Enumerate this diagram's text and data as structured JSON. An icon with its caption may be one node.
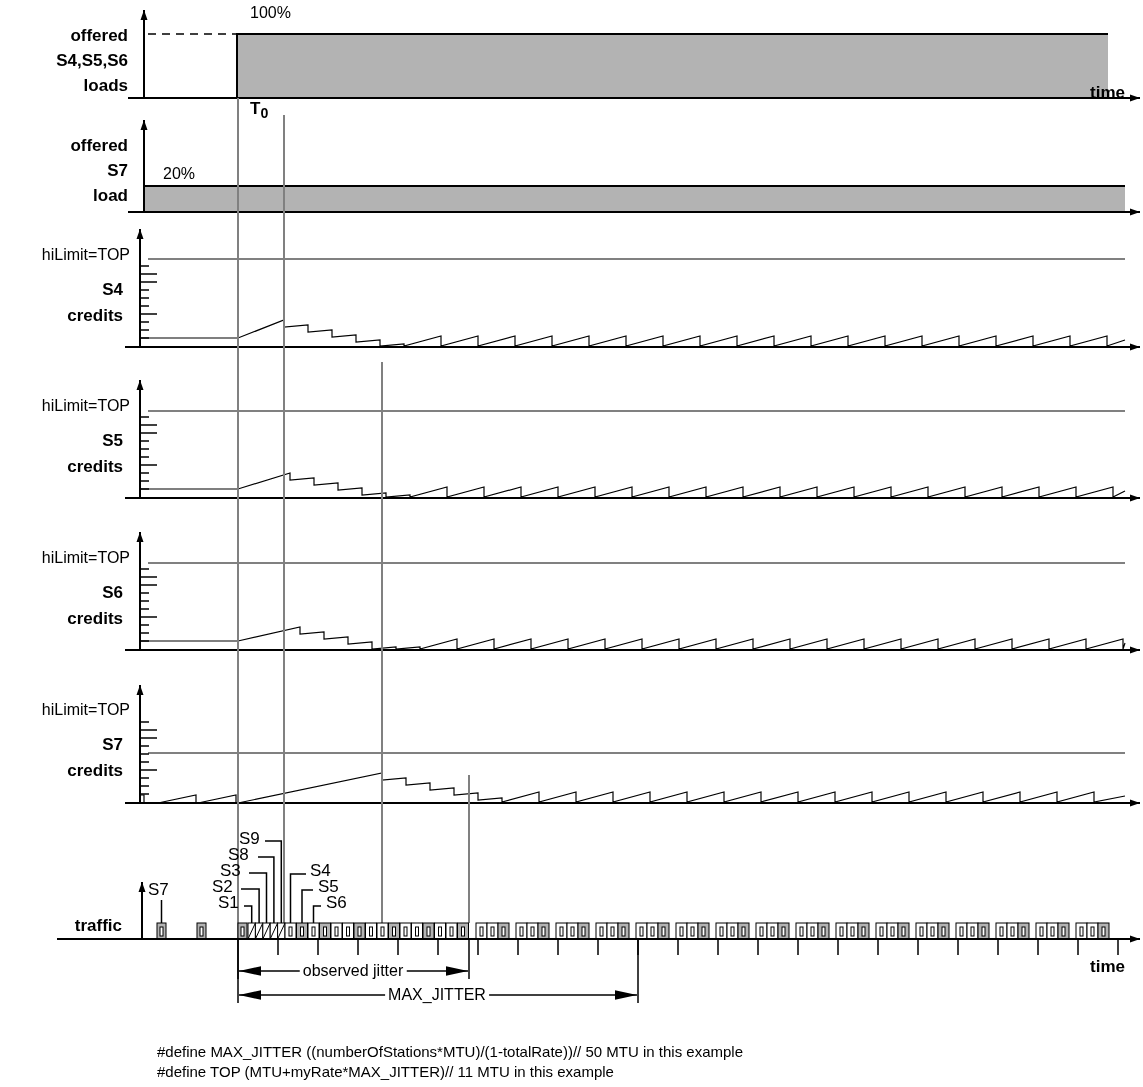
{
  "diagram": {
    "nodes": [
      {
        "text": [
          "S9"
        ]
      },
      {
        "text": [
          "S8"
        ]
      },
      {
        "text": [
          "S3"
        ]
      },
      {
        "text": [
          "S4"
        ]
      },
      {
        "text": [
          "S2"
        ]
      },
      {
        "text": [
          "S5"
        ]
      },
      {
        "text": [
          "S7"
        ]
      },
      {
        "text": [
          "S1"
        ]
      },
      {
        "text": [
          "S6"
        ]
      },
      {
        "text": [],
        "shape": "box"
      },
      {
        "text": [],
        "shape": "box"
      },
      {
        "text": [],
        "shape": "box"
      },
      {
        "text": [],
        "shape": "box"
      },
      {
        "text": [],
        "shape": "box"
      },
      {
        "text": [],
        "shape": "box"
      },
      {
        "text": [],
        "shape": "box"
      },
      {
        "text": [],
        "shape": "box"
      },
      {
        "text": [],
        "shape": "box"
      }
    ],
    "edges": [
      {
        "from": 0,
        "to": 14,
        "arrow": "none"
      },
      {
        "from": 1,
        "to": 13,
        "arrow": "none"
      },
      {
        "from": 2,
        "to": 12,
        "arrow": "none"
      },
      {
        "from": 3,
        "to": 15,
        "arrow": "none"
      },
      {
        "from": 4,
        "to": 11,
        "arrow": "none"
      },
      {
        "from": 5,
        "to": 16,
        "arrow": "none"
      },
      {
        "from": 6,
        "to": 9,
        "arrow": "none"
      },
      {
        "from": 7,
        "to": 10,
        "arrow": "none"
      },
      {
        "from": 8,
        "to": 17,
        "arrow": "none"
      }
    ],
    "labels": [
      "100%",
      "offered S4,S5,S6 loads",
      "T$_{0}$",
      "time",
      "offered S7 load",
      "20%",
      "hiLimit=TOP",
      "S4 credits",
      "hiLimit=TOP",
      "S5 credits",
      "hiLimit=TOP",
      "S6 credits",
      "hiLimit=TOP",
      "S7 credits",
      "traffic",
      "time",
      "observed jitter",
      "MAX_JITTER",
      "#define MAX_JITTER ((numberOfStations*MTU)/(1-totalRate))// 50 MTU in this example",
      "#define TOP (MTU+myRate*MAX_JITTER)// 11 MTU in this example"
    ]
  }
}
